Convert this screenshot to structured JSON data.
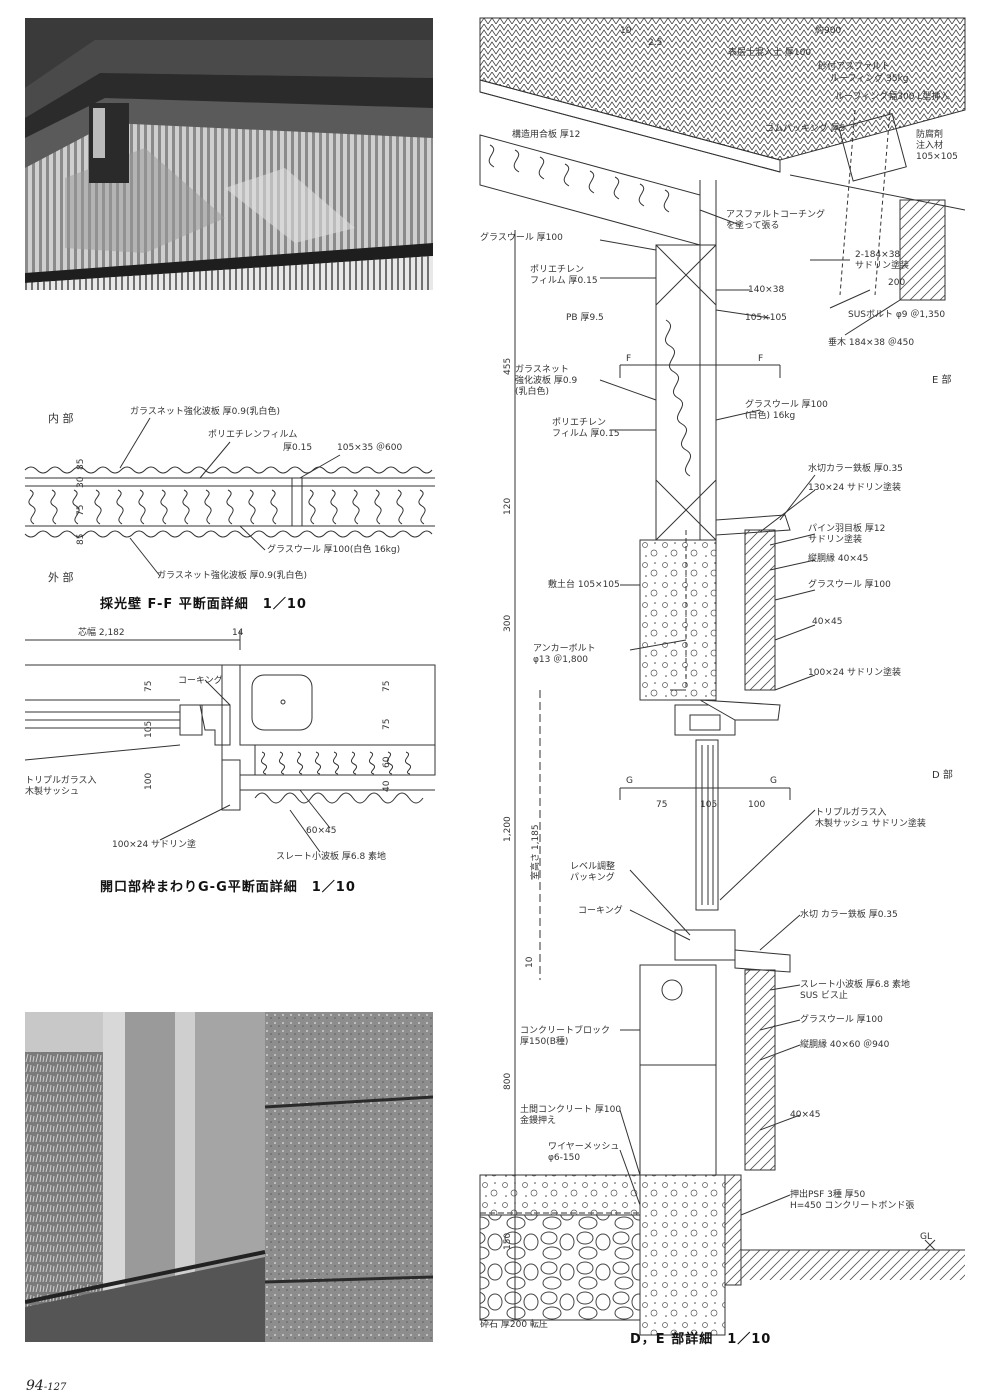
{
  "page": {
    "number": "94",
    "sub_number": "127"
  },
  "photos": {
    "top_icon": "roof-eave-photo",
    "bottom_icon": "window-frame-photo"
  },
  "ff_section": {
    "title": "採光壁 F-F 平断面詳細　1／10",
    "inside": "内 部",
    "outside": "外 部",
    "labels": {
      "glass_net_top": "ガラスネット強化波板 厚0.9(乳白色)",
      "poly_film": "ポリエチレンフィルム",
      "poly_thk": "厚0.15",
      "stud": "105×35 ＠600",
      "glass_wool": "グラスウール 厚100(白色 16kg)",
      "glass_net_bottom": "ガラスネット強化波板 厚0.9(乳白色)"
    },
    "dims": [
      "85",
      "30",
      "75",
      "85"
    ]
  },
  "gg_section": {
    "title": "開口部枠まわりG-G平断面詳細　1／10",
    "labels": {
      "span": "芯幅 2,182",
      "span2": "14",
      "caulking": "コーキング",
      "triple_glass": "トリプルガラス入\n木製サッシュ",
      "frame": "100×24 サドリン塗",
      "batten": "60×45",
      "slate": "スレート小波板 厚6.8 素地"
    },
    "dims": [
      "75",
      "105",
      "100",
      "75",
      "75",
      "60",
      "40"
    ]
  },
  "de_section": {
    "title": "D，E 部詳細　1／10",
    "part_e": "E 部",
    "part_d": "D 部",
    "labels": {
      "top_dim_10": "10",
      "top_dim_25": "2.5",
      "top_dim_900": "約900",
      "soil": "表层土混入土 厚100",
      "asphalt": "砂付アスファルト",
      "roofing": "ルーフィング 35kg",
      "roofing_l": "ルーフィング幅300 L型挿入",
      "plywood": "構造用合板 厚12",
      "rubber": "ゴムパッキング 厚5",
      "preserv": "防腐剤\n注入材\n105×105",
      "coating": "アスファルトコーチング\nを塗って張る",
      "gw100": "グラスウール 厚100",
      "two_184": "2-184×38\nサドリン塗装",
      "poly1": "ポリエチレン\nフィルム 厚0.15",
      "d140": "140×38",
      "pb": "PB 厚9.5",
      "d105": "105×105",
      "d200": "200",
      "sus_bolt": "SUSボルト φ9 ＠1,350",
      "rafter": "垂木 184×38 ＠450",
      "glass_net": "ガラスネット\n強化波板 厚0.9\n(乳白色)",
      "gw_white": "グラスウール 厚100\n(白色) 16kg",
      "poly2": "ポリエチレン\nフィルム 厚0.15",
      "water_cut1": "水切カラー鉄板 厚0.35",
      "d130": "130×24 サドリン塗装",
      "pine": "パイン羽目板 厚12\nサドリン塗装",
      "furring": "縦胴縁 40×45",
      "gw100b": "グラスウール 厚100",
      "sill": "敷土台 105×105",
      "d4045": "40×45",
      "anchor": "アンカーボルト\nφ13 ＠1,800",
      "d10024": "100×24 サドリン塗装",
      "triple": "トリプルガラス入\n木製サッシュ サドリン塗装",
      "level": "レベル調整\nパッキング",
      "caulk": "コーキング",
      "water_cut2": "水切 カラー鉄板 厚0.35",
      "slate": "スレート小波板 厚6.8 素地\nSUS ビス止",
      "gw100c": "グラスウール 厚100",
      "block": "コンクリートブロック\n厚150(B種)",
      "furring2": "縦胴縁 40×60 ＠940",
      "slab": "土間コンクリート 厚100\n金鏝押え",
      "d4045b": "40×45",
      "mesh": "ワイヤーメッシュ\nφ6-150",
      "psf": "押出PSF 3種 厚50\nH=450 コンクリートボンド張",
      "gl": "GL",
      "gravel": "砕石 厚200 転圧",
      "dim75": "75",
      "dim105": "105",
      "dim100": "100",
      "ceiling": "室高さ 1,185"
    },
    "vdims": [
      "455",
      "120",
      "300",
      "1,200",
      "10",
      "800",
      "150"
    ]
  }
}
